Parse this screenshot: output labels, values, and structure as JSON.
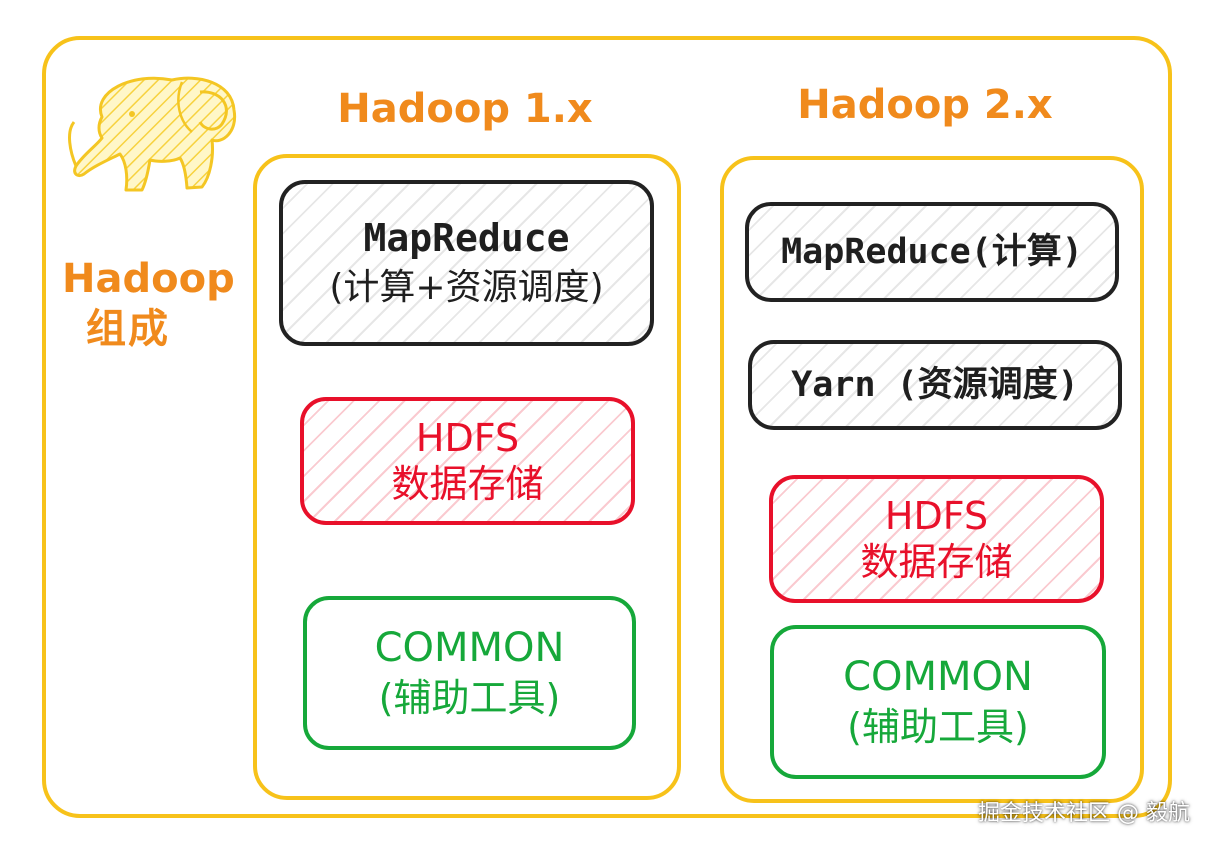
{
  "side_title": {
    "line1": "Hadoop",
    "line2": "组成"
  },
  "versions": [
    {
      "title": "Hadoop 1.x",
      "boxes": [
        {
          "line1": "MapReduce",
          "line2": "(计算+资源调度)"
        },
        {
          "line1": "HDFS",
          "line2": "数据存储"
        },
        {
          "line1": "COMMON",
          "line2": "(辅助工具)"
        }
      ]
    },
    {
      "title": "Hadoop 2.x",
      "boxes": [
        {
          "line1": "MapReduce(计算)"
        },
        {
          "line1": "Yarn (资源调度)"
        },
        {
          "line1": "HDFS",
          "line2": "数据存储"
        },
        {
          "line1": "COMMON",
          "line2": "(辅助工具)"
        }
      ]
    }
  ],
  "watermark": "掘金技术社区 @ 毅航",
  "colors": {
    "frame": "#f7c21a",
    "title": "#f08a1c",
    "dark": "#222222",
    "hdfs": "#e8102a",
    "common": "#16a83a"
  },
  "icons": {
    "logo": "hadoop-elephant-icon"
  }
}
